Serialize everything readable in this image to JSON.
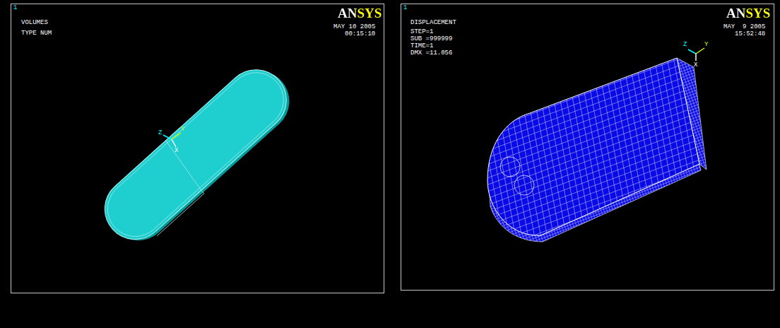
{
  "diagram": {
    "labels": [
      "1",
      "VOLUMES",
      "TYPE NUM",
      "ANSYS",
      "MAY 10 2005",
      "00:15:10",
      "Z",
      "Y",
      "X",
      "1",
      "DISPLACEMENT",
      "STEP=1",
      "SUB =999999",
      "TIME=1",
      "DMX =11.056",
      "ANSYS",
      "MAY  9 2005",
      "15:52:48",
      "Z",
      "Y",
      "X"
    ]
  }
}
